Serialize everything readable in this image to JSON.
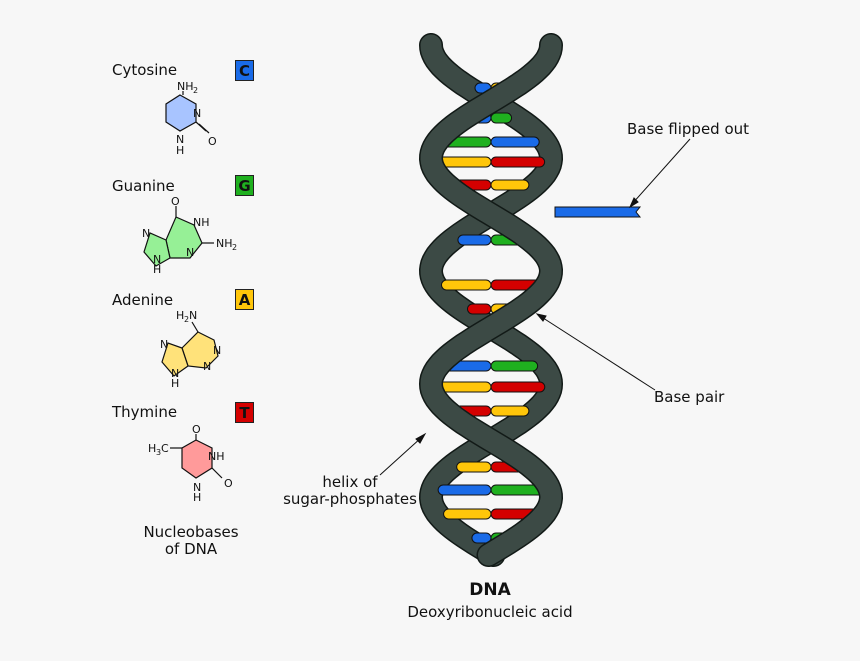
{
  "nucleobases": [
    {
      "name": "Cytosine",
      "letter": "C",
      "color": "#1a6be8",
      "ring_color": "#a8c4ff",
      "atoms": {
        "nh2": "NH",
        "nh2_sub": "2",
        "n1": "N",
        "nh": "N",
        "nh_h": "H",
        "o": "O"
      }
    },
    {
      "name": "Guanine",
      "letter": "G",
      "color": "#1fb01f",
      "ring_color": "#96f096",
      "atoms": {
        "o": "O",
        "nh": "NH",
        "n1": "N",
        "n2": "N",
        "nh_bottom": "N",
        "h": "H",
        "nh2": "NH",
        "nh2_sub": "2"
      }
    },
    {
      "name": "Adenine",
      "letter": "A",
      "color": "#ffc60a",
      "ring_color": "#ffe27a",
      "atoms": {
        "h2n": "H",
        "h2n_sub": "2",
        "h2n_n": "N",
        "n_tl": "N",
        "n_r": "N",
        "n_br": "N",
        "nh": "N",
        "h": "H"
      }
    },
    {
      "name": "Thymine",
      "letter": "T",
      "color": "#d40000",
      "ring_color": "#ff9a9a",
      "atoms": {
        "ch3": "H",
        "ch3_sub": "3",
        "ch3_c": "C",
        "o_top": "O",
        "nh": "NH",
        "nh_bottom": "N",
        "h": "H",
        "o_right": "O"
      }
    }
  ],
  "caption": {
    "line1": "Nucleobases",
    "line2": "of DNA"
  },
  "labels": {
    "base_flipped": "Base flipped out",
    "base_pair": "Base pair",
    "helix_line1": "helix of",
    "helix_line2": "sugar-phosphates"
  },
  "title": {
    "main": "DNA",
    "sub": "Deoxyribonucleic acid"
  },
  "colors": {
    "backbone": "#3c4a45",
    "backbone_edge": "#121a17",
    "background": "#f7f7f7"
  }
}
